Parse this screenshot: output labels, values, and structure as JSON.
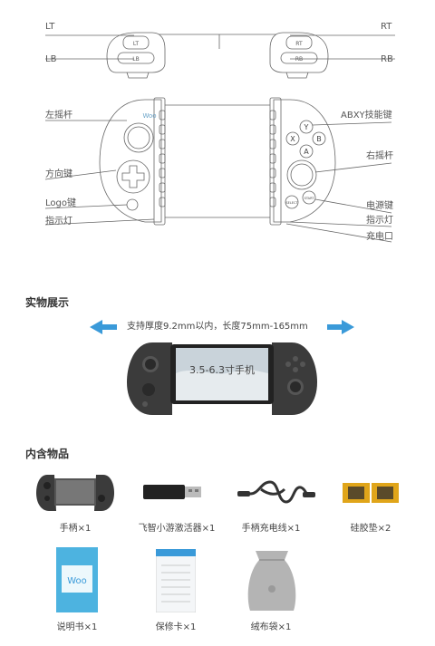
{
  "diagram": {
    "top_labels": {
      "lt": "LT",
      "lb": "LB",
      "rt": "RT",
      "rb": "RB"
    },
    "trigger_marks": {
      "lt": "LT",
      "lb": "LB",
      "rt": "RT",
      "rb": "RB"
    },
    "left_labels": [
      "左摇杆",
      "方向键",
      "Logo键",
      "指示灯"
    ],
    "right_labels": [
      "ABXY技能键",
      "右摇杆",
      "电源键",
      "指示灯",
      "充电口"
    ],
    "buttons": {
      "a": "A",
      "b": "B",
      "x": "X",
      "y": "Y",
      "start": "START",
      "select": "SELECT"
    },
    "logo_text": "Woo"
  },
  "real": {
    "title": "实物展示",
    "thickness_text": "支持厚度9.2mm以内，长度75mm-165mm",
    "screen_text": "3.5-6.3寸手机"
  },
  "contents": {
    "title": "内含物品",
    "items": [
      {
        "label": "手柄×1"
      },
      {
        "label": "飞智小游激活器×1"
      },
      {
        "label": "手柄充电线×1"
      },
      {
        "label": "硅胶垫×2"
      },
      {
        "label": "说明书×1"
      },
      {
        "label": "保修卡×1"
      },
      {
        "label": "绒布袋×1"
      }
    ]
  },
  "colors": {
    "accent": "#3a9ad9",
    "line": "#666666",
    "pad": "#e0a51a"
  }
}
